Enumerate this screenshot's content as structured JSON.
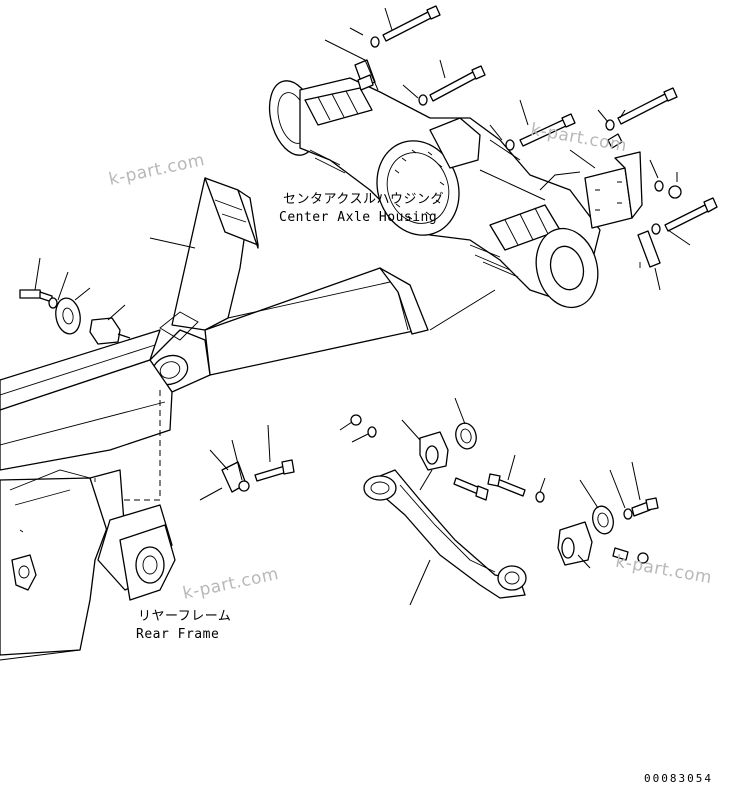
{
  "labels": {
    "center_axle_housing_jp": "センタアクスルハウジング",
    "center_axle_housing_en": "Center Axle Housing",
    "rear_frame_jp": "リヤーフレーム",
    "rear_frame_en": "Rear Frame"
  },
  "watermarks": [
    "k-part.com",
    "k-part.com",
    "k-part.com",
    "k-part.com"
  ],
  "document_number": "00083054"
}
